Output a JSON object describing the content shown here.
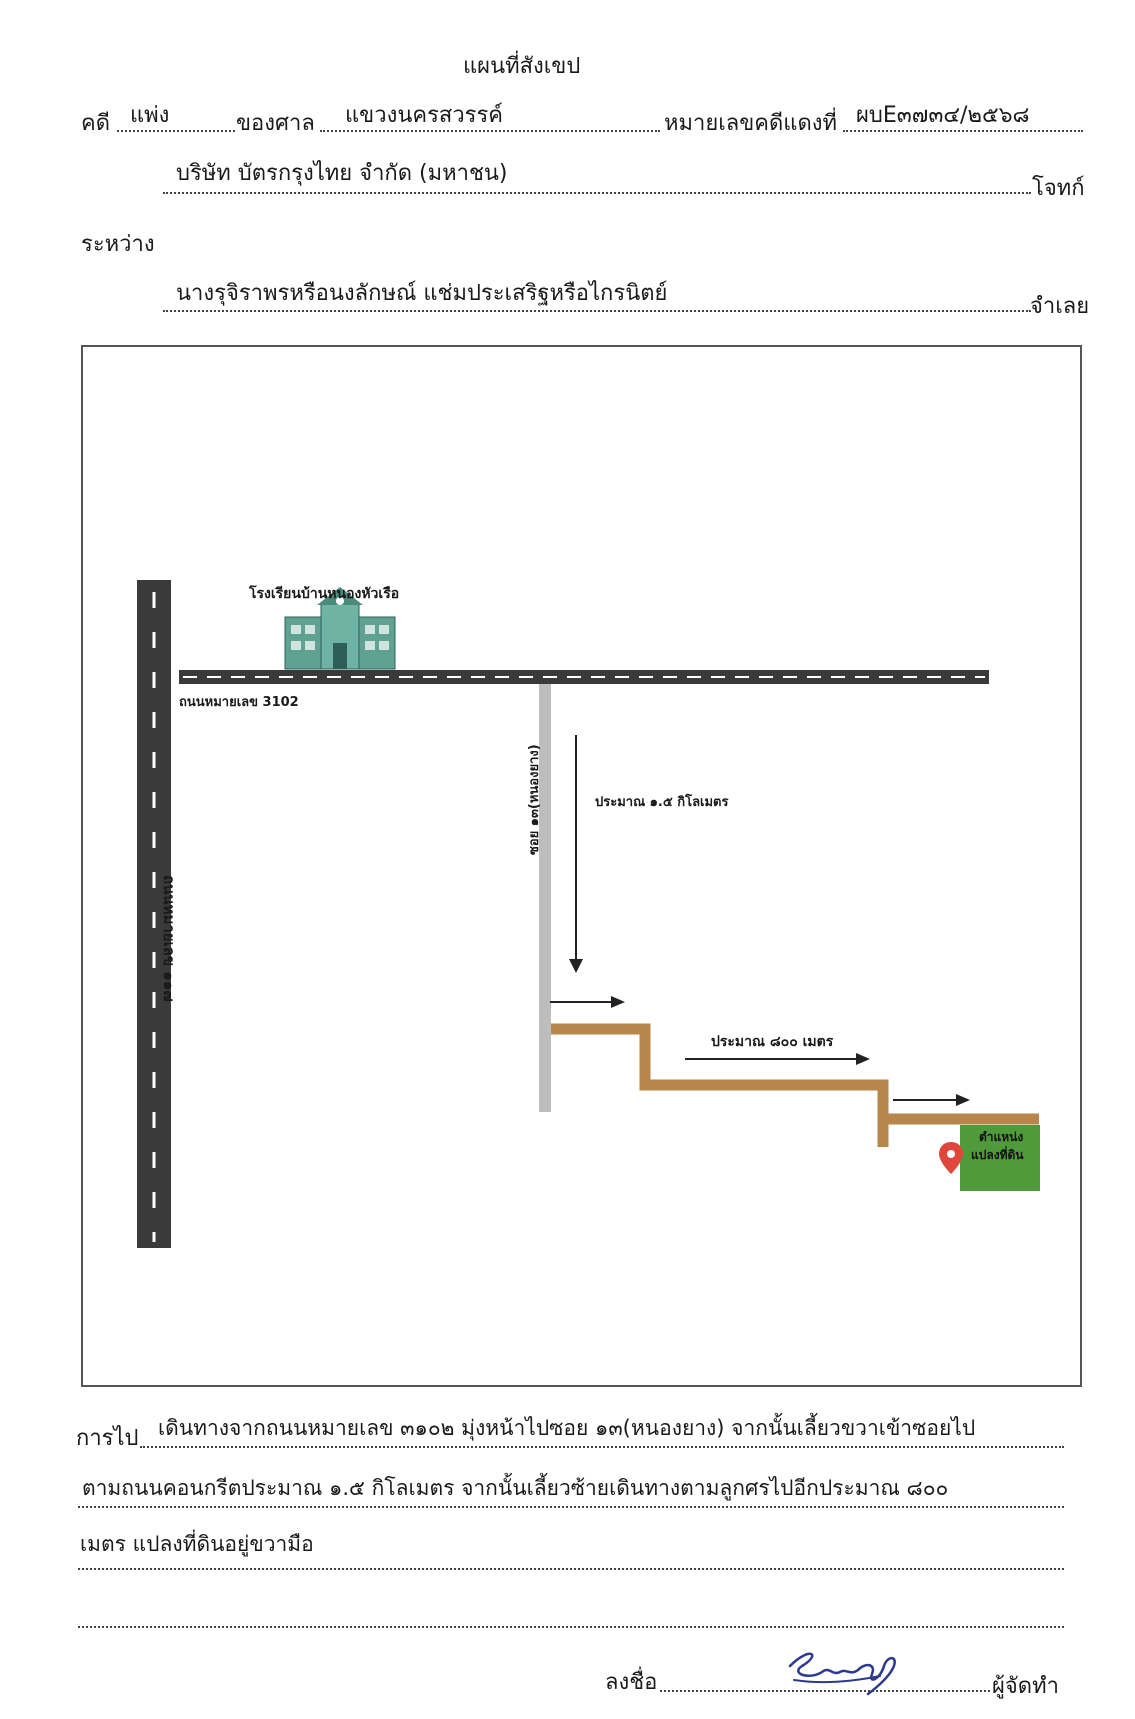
{
  "header": {
    "title": "แผนที่สังเขป"
  },
  "case": {
    "case_label": "คดี",
    "case_type": "แพ่ง",
    "court_label": "ของศาล",
    "court_name": "แขวงนครสวรรค์",
    "red_no_label": "หมายเลขคดีแดงที่",
    "red_no_value": "ผบE๓๗๓๔/๒๕๖๘"
  },
  "parties": {
    "plaintiff_name": "บริษัท บัตรกรุงไทย จำกัด (มหาชน)",
    "plaintiff_label": "โจทก์",
    "between_label": "ระหว่าง",
    "defendant_name": "นางรุจิราพรหรือนงลักษณ์ แช่มประเสริฐหรือไกรนิตย์",
    "defendant_label": "จำเลย"
  },
  "map": {
    "school_label": "โรงเรียนบ้านหนองหัวเรือ",
    "road_3102_label": "ถนนหมายเลข 3102",
    "highway_label": "ถนนหมายเลข ๑๑๗",
    "soi_label": "ซอย ๑๓(หนองยาง)",
    "distance_1_label": "ประมาณ ๑.๕ กิโลเมตร",
    "distance_2_label": "ประมาณ ๘๐๐ เมตร",
    "plot_label_line1": "ตำแหน่ง",
    "plot_label_line2": "แปลงที่ดิน",
    "colors": {
      "road": "#3a3a3a",
      "soi": "#bdbdbd",
      "path": "#b8864a",
      "plot": "#4f9a3a",
      "pin": "#e0463b",
      "school": "#5fa294"
    }
  },
  "directions": {
    "label": "การไป",
    "line1": "เดินทางจากถนนหมายเลข ๓๑๐๒ มุ่งหน้าไปซอย ๑๓(หนองยาง) จากนั้นเลี้ยวขวาเข้าซอยไป",
    "line2": "ตามถนนคอนกรีตประมาณ ๑.๕ กิโลเมตร จากนั้นเลี้ยวซ้ายเดินทางตามลูกศรไปอีกประมาณ ๘๐๐",
    "line3": "เมตร แปลงที่ดินอยู่ขวามือ"
  },
  "signature": {
    "sign_label": "ลงชื่อ",
    "role_label": "ผู้จัดทำ"
  }
}
